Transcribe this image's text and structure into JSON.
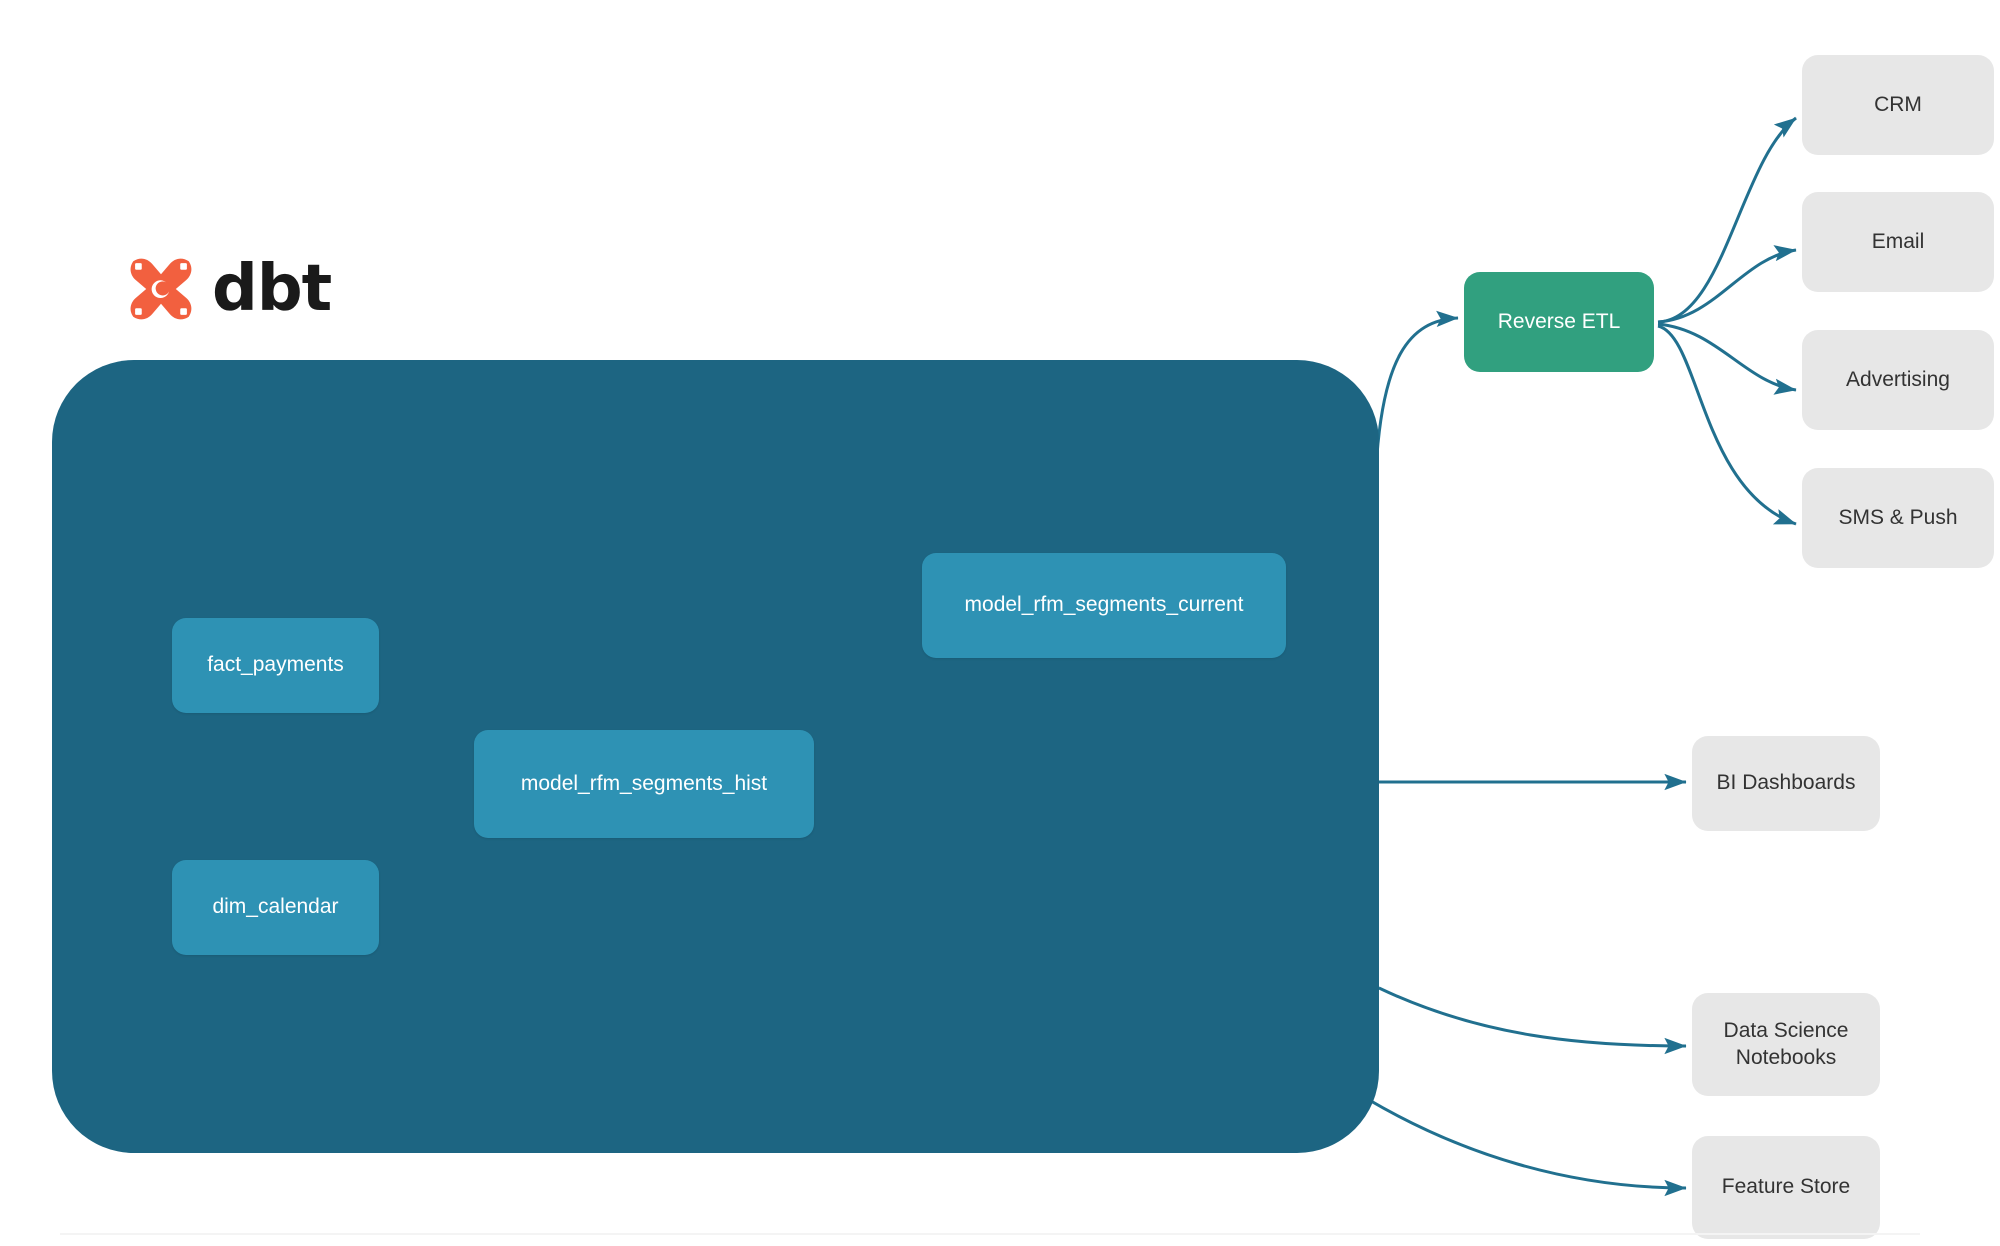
{
  "brand": {
    "logo_icon": "dbt-logo-icon",
    "wordmark": "dbt",
    "logo_color": "#f2603f"
  },
  "colors": {
    "warehouse_fill": "#1d6582",
    "model_node_fill": "#2e92b4",
    "reverse_etl_fill": "#31a07f",
    "destination_fill": "#e7e7e7",
    "edge_outer": "#21708f",
    "edge_inner": "#2a88a8",
    "page_background": "#ffffff"
  },
  "warehouse": {
    "name": "dbt-warehouse-container",
    "nodes": [
      {
        "id": "fact_payments",
        "label": "fact_payments"
      },
      {
        "id": "dim_calendar",
        "label": "dim_calendar"
      },
      {
        "id": "model_rfm_segments_hist",
        "label": "model_rfm_segments_hist"
      },
      {
        "id": "model_rfm_segments_current",
        "label": "model_rfm_segments_current"
      }
    ]
  },
  "reverse_etl": {
    "label": "Reverse ETL"
  },
  "activation_destinations": [
    {
      "id": "crm",
      "label": "CRM"
    },
    {
      "id": "email",
      "label": "Email"
    },
    {
      "id": "advertising",
      "label": "Advertising"
    },
    {
      "id": "sms_push",
      "label": "SMS & Push"
    }
  ],
  "analytics_destinations": [
    {
      "id": "bi_dashboards",
      "label": "BI Dashboards"
    },
    {
      "id": "data_science_line1",
      "label": "Data Science"
    },
    {
      "id": "data_science_line2",
      "label": "Notebooks"
    },
    {
      "id": "feature_store",
      "label": "Feature Store"
    }
  ],
  "edges": [
    {
      "from": "fact_payments",
      "to": "model_rfm_segments_hist"
    },
    {
      "from": "dim_calendar",
      "to": "model_rfm_segments_hist"
    },
    {
      "from": "model_rfm_segments_hist",
      "to": "model_rfm_segments_current"
    },
    {
      "from": "model_rfm_segments_current",
      "to": "reverse_etl"
    },
    {
      "from": "model_rfm_segments_hist",
      "to": "bi_dashboards"
    },
    {
      "from": "model_rfm_segments_hist",
      "to": "data_science_notebooks"
    },
    {
      "from": "model_rfm_segments_hist",
      "to": "feature_store"
    },
    {
      "from": "reverse_etl",
      "to": "crm"
    },
    {
      "from": "reverse_etl",
      "to": "email"
    },
    {
      "from": "reverse_etl",
      "to": "advertising"
    },
    {
      "from": "reverse_etl",
      "to": "sms_push"
    }
  ]
}
